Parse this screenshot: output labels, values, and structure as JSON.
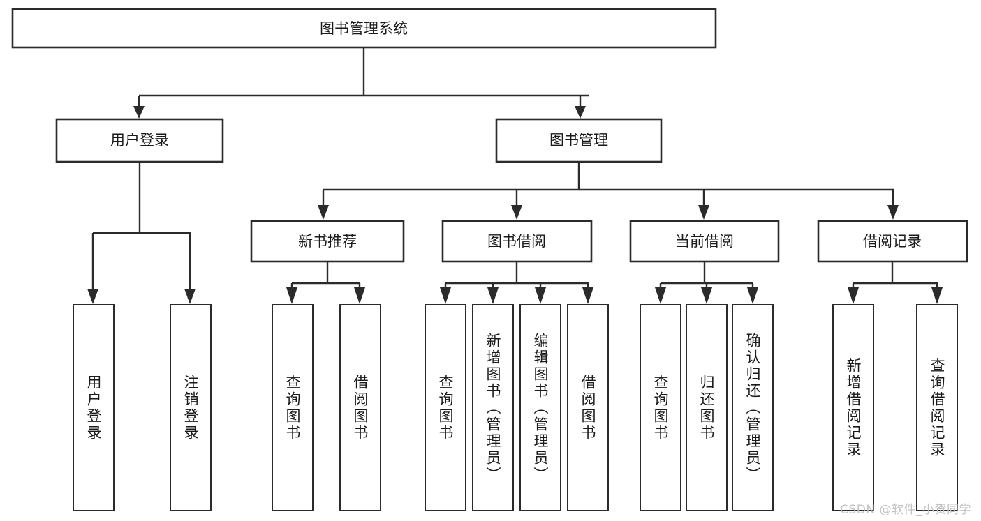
{
  "diagram": {
    "title": "图书管理系统",
    "watermark": "CSDN @软件_小贺同学",
    "colors": {
      "background": "#ffffff",
      "stroke": "#2b2b2b",
      "text": "#1a1a1a",
      "watermark": "#c2c2c2"
    },
    "root": {
      "label": "图书管理系统"
    },
    "level2": [
      {
        "label": "用户登录"
      },
      {
        "label": "图书管理"
      }
    ],
    "level3": [
      {
        "label": "新书推荐"
      },
      {
        "label": "图书借阅"
      },
      {
        "label": "当前借阅"
      },
      {
        "label": "借阅记录"
      }
    ],
    "leaves": {
      "user_login": [
        {
          "label": "用户登录"
        },
        {
          "label": "注销登录"
        }
      ],
      "new_book_recommend": [
        {
          "label": "查询图书"
        },
        {
          "label": "借阅图书"
        }
      ],
      "book_borrow": [
        {
          "label": "查询图书"
        },
        {
          "label": "新增图书（管理员）"
        },
        {
          "label": "编辑图书（管理员）"
        },
        {
          "label": "借阅图书"
        }
      ],
      "current_borrow": [
        {
          "label": "查询图书"
        },
        {
          "label": "归还图书"
        },
        {
          "label": "确认归还（管理员）"
        }
      ],
      "borrow_record": [
        {
          "label": "新增借阅记录"
        },
        {
          "label": "查询借阅记录"
        }
      ]
    }
  }
}
